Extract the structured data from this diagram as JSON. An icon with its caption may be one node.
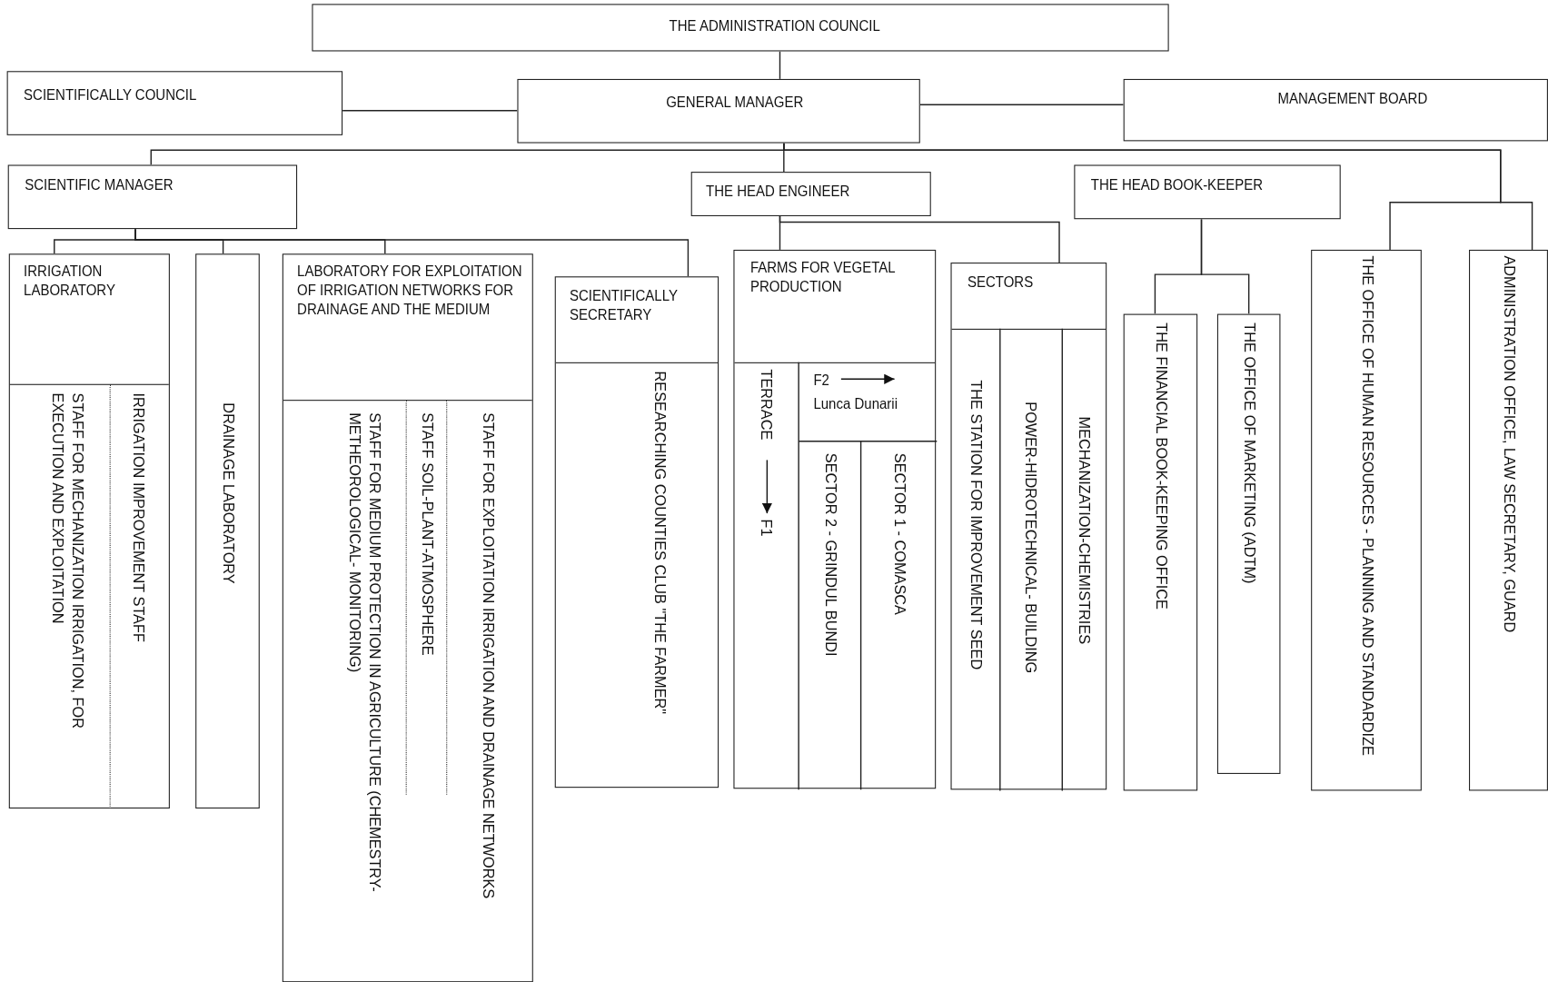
{
  "diagram": {
    "nodes": [
      {
        "text": [
          "THE ADMINISTRATION COUNCIL"
        ]
      },
      {
        "text": [
          "SCIENTIFICALLY COUNCIL"
        ]
      },
      {
        "text": [
          "GENERAL MANAGER"
        ]
      },
      {
        "text": [
          "MANAGEMENT BOARD"
        ]
      },
      {
        "text": [
          "SCIENTIFIC MANAGER"
        ]
      },
      {
        "text": [
          "THE HEAD ENGINEER"
        ]
      },
      {
        "text": [
          "THE HEAD BOOK-KEEPER"
        ]
      },
      {
        "text": [
          "IRRIGATION LABORATORY",
          "STAFF FOR MECHANIZATION IRRIGATION, FOR EXECUTION AND EXPLOITATION",
          "IRRIGATION IMPROVEMENT STAFF"
        ]
      },
      {
        "text": [
          "DRAINAGE LABORATORY"
        ]
      },
      {
        "text": [
          "LABORATORY FOR EXPLOITATION OF IRRIGATION NETWORKS FOR DRAINAGE AND THE MEDIUM",
          "STAFF FOR MEDIUM PROTECTION IN AGRICULTURE (CHEMESTRY-METHEOROLOGICAL- MONITORING)",
          "STAFF SOIL-PLANT-ATMOSPHERE",
          "STAFF FOR EXPLOITATION IRRIGATION AND DRAINAGE NETWORKS"
        ]
      },
      {
        "text": [
          "SCIENTIFICALLY SECRETARY",
          "RESEARCHING COUNTIES CLUB \"THE FARMER\""
        ]
      },
      {
        "text": [
          "FARMS FOR VEGETAL PRODUCTION",
          "TERRACE",
          "F1",
          "F2",
          "Lunca Dunarii",
          "SECTOR 2 - GRINDUL BUNDI",
          "SECTOR 1 - COMASCA"
        ]
      },
      {
        "text": [
          "SECTORS",
          "THE STATION FOR IMPROVEMENT SEED",
          "POWER-HIDROTECHNICAL- BUILDING",
          "MECHANIZATION-CHEMISTRIES"
        ]
      },
      {
        "text": [
          "THE FINANCIAL BOOK-KEEPING OFFICE"
        ]
      },
      {
        "text": [
          "THE OFFICE OF MARKETING (ADTM)"
        ]
      },
      {
        "text": [
          "THE OFFICE OF HUMAN RESOURCES - PLANNING AND STANDARDIZE"
        ]
      },
      {
        "text": [
          "ADMINISTRATION OFFICE, LAW SECRETARY, GUARD"
        ]
      }
    ],
    "edges": [
      {
        "from": 0,
        "to": 2,
        "arrow": "none"
      },
      {
        "from": 1,
        "to": 2,
        "arrow": "none"
      },
      {
        "from": 2,
        "to": 3,
        "arrow": "none"
      },
      {
        "from": 2,
        "to": 4,
        "arrow": "none"
      },
      {
        "from": 2,
        "to": 5,
        "arrow": "none"
      },
      {
        "from": 2,
        "to": 15,
        "arrow": "none"
      },
      {
        "from": 2,
        "to": 16,
        "arrow": "none"
      },
      {
        "from": 4,
        "to": 7,
        "arrow": "none"
      },
      {
        "from": 4,
        "to": 8,
        "arrow": "none"
      },
      {
        "from": 4,
        "to": 9,
        "arrow": "none"
      },
      {
        "from": 4,
        "to": 10,
        "arrow": "none"
      },
      {
        "from": 5,
        "to": 11,
        "arrow": "none"
      },
      {
        "from": 5,
        "to": 12,
        "arrow": "none"
      },
      {
        "from": 6,
        "to": 13,
        "arrow": "none"
      },
      {
        "from": 6,
        "to": 14,
        "arrow": "none"
      }
    ]
  }
}
